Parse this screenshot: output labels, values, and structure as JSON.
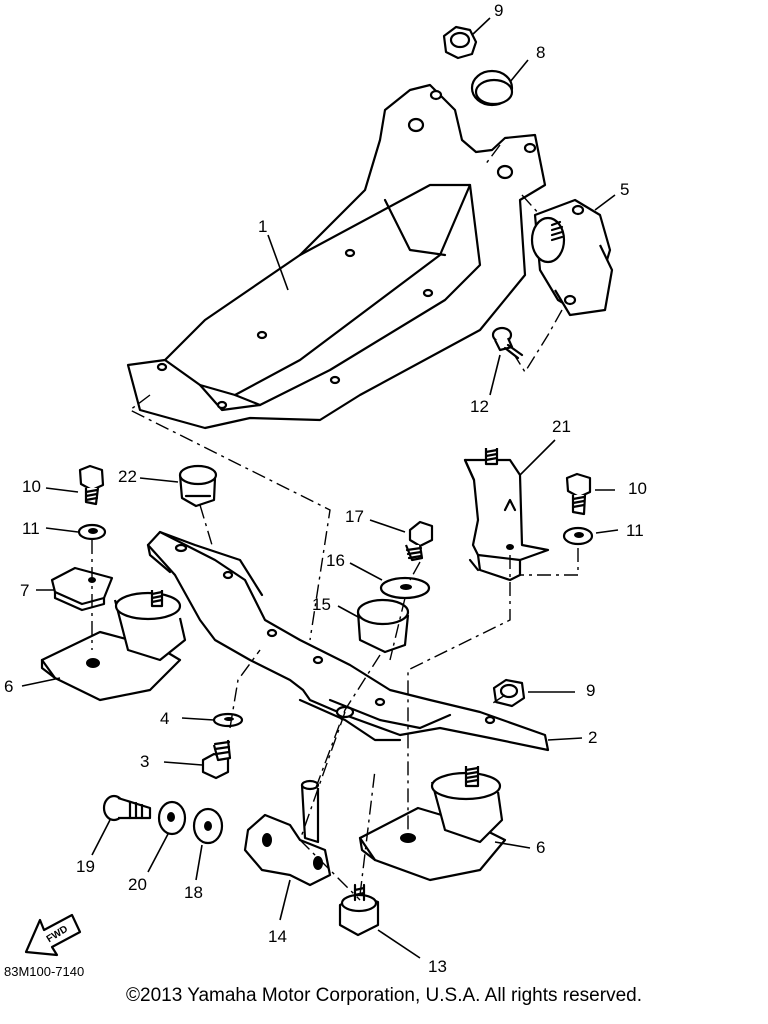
{
  "diagram": {
    "ref_code": "83M100-7140",
    "fwd_label": "FWD",
    "copyright": "©2013 Yamaha Motor Corporation, U.S.A. All rights reserved."
  },
  "callouts": {
    "c1": "1",
    "c2": "2",
    "c3": "3",
    "c4": "4",
    "c5": "5",
    "c6a": "6",
    "c6b": "6",
    "c7": "7",
    "c8": "8",
    "c9a": "9",
    "c9b": "9",
    "c10a": "10",
    "c10b": "10",
    "c11a": "11",
    "c11b": "11",
    "c12": "12",
    "c13": "13",
    "c14": "14",
    "c15": "15",
    "c16": "16",
    "c17": "17",
    "c18": "18",
    "c19": "19",
    "c20": "20",
    "c21": "21",
    "c22": "22"
  }
}
